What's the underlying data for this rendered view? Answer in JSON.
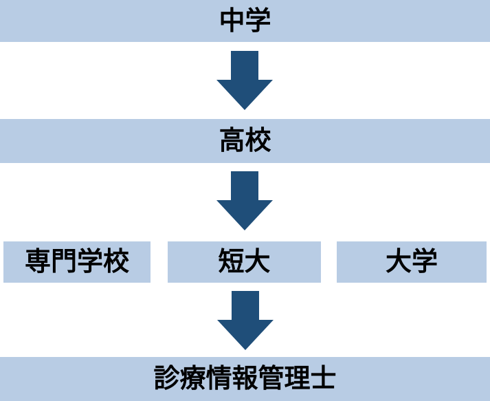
{
  "diagram": {
    "type": "flow",
    "direction": "top-down",
    "description": "Educational pathway to medical records/health information manager certification",
    "levels": [
      {
        "nodes": [
          {
            "label": "中学"
          }
        ]
      },
      {
        "nodes": [
          {
            "label": "高校"
          }
        ]
      },
      {
        "nodes": [
          {
            "label": "専門学校"
          },
          {
            "label": "短大"
          },
          {
            "label": "大学"
          }
        ]
      },
      {
        "nodes": [
          {
            "label": "診療情報管理士"
          }
        ]
      }
    ],
    "connectors": [
      {
        "from": "中学",
        "to": "高校",
        "shape": "down-arrow"
      },
      {
        "from": "高校",
        "to": "専門学校 / 短大 / 大学",
        "shape": "down-arrow"
      },
      {
        "from": "専門学校 / 短大 / 大学",
        "to": "診療情報管理士",
        "shape": "down-arrow"
      }
    ],
    "colors": {
      "node_fill": "#B8CCE4",
      "arrow": "#1F4E79",
      "text": "#000000",
      "background": "#FFFFFF"
    }
  }
}
